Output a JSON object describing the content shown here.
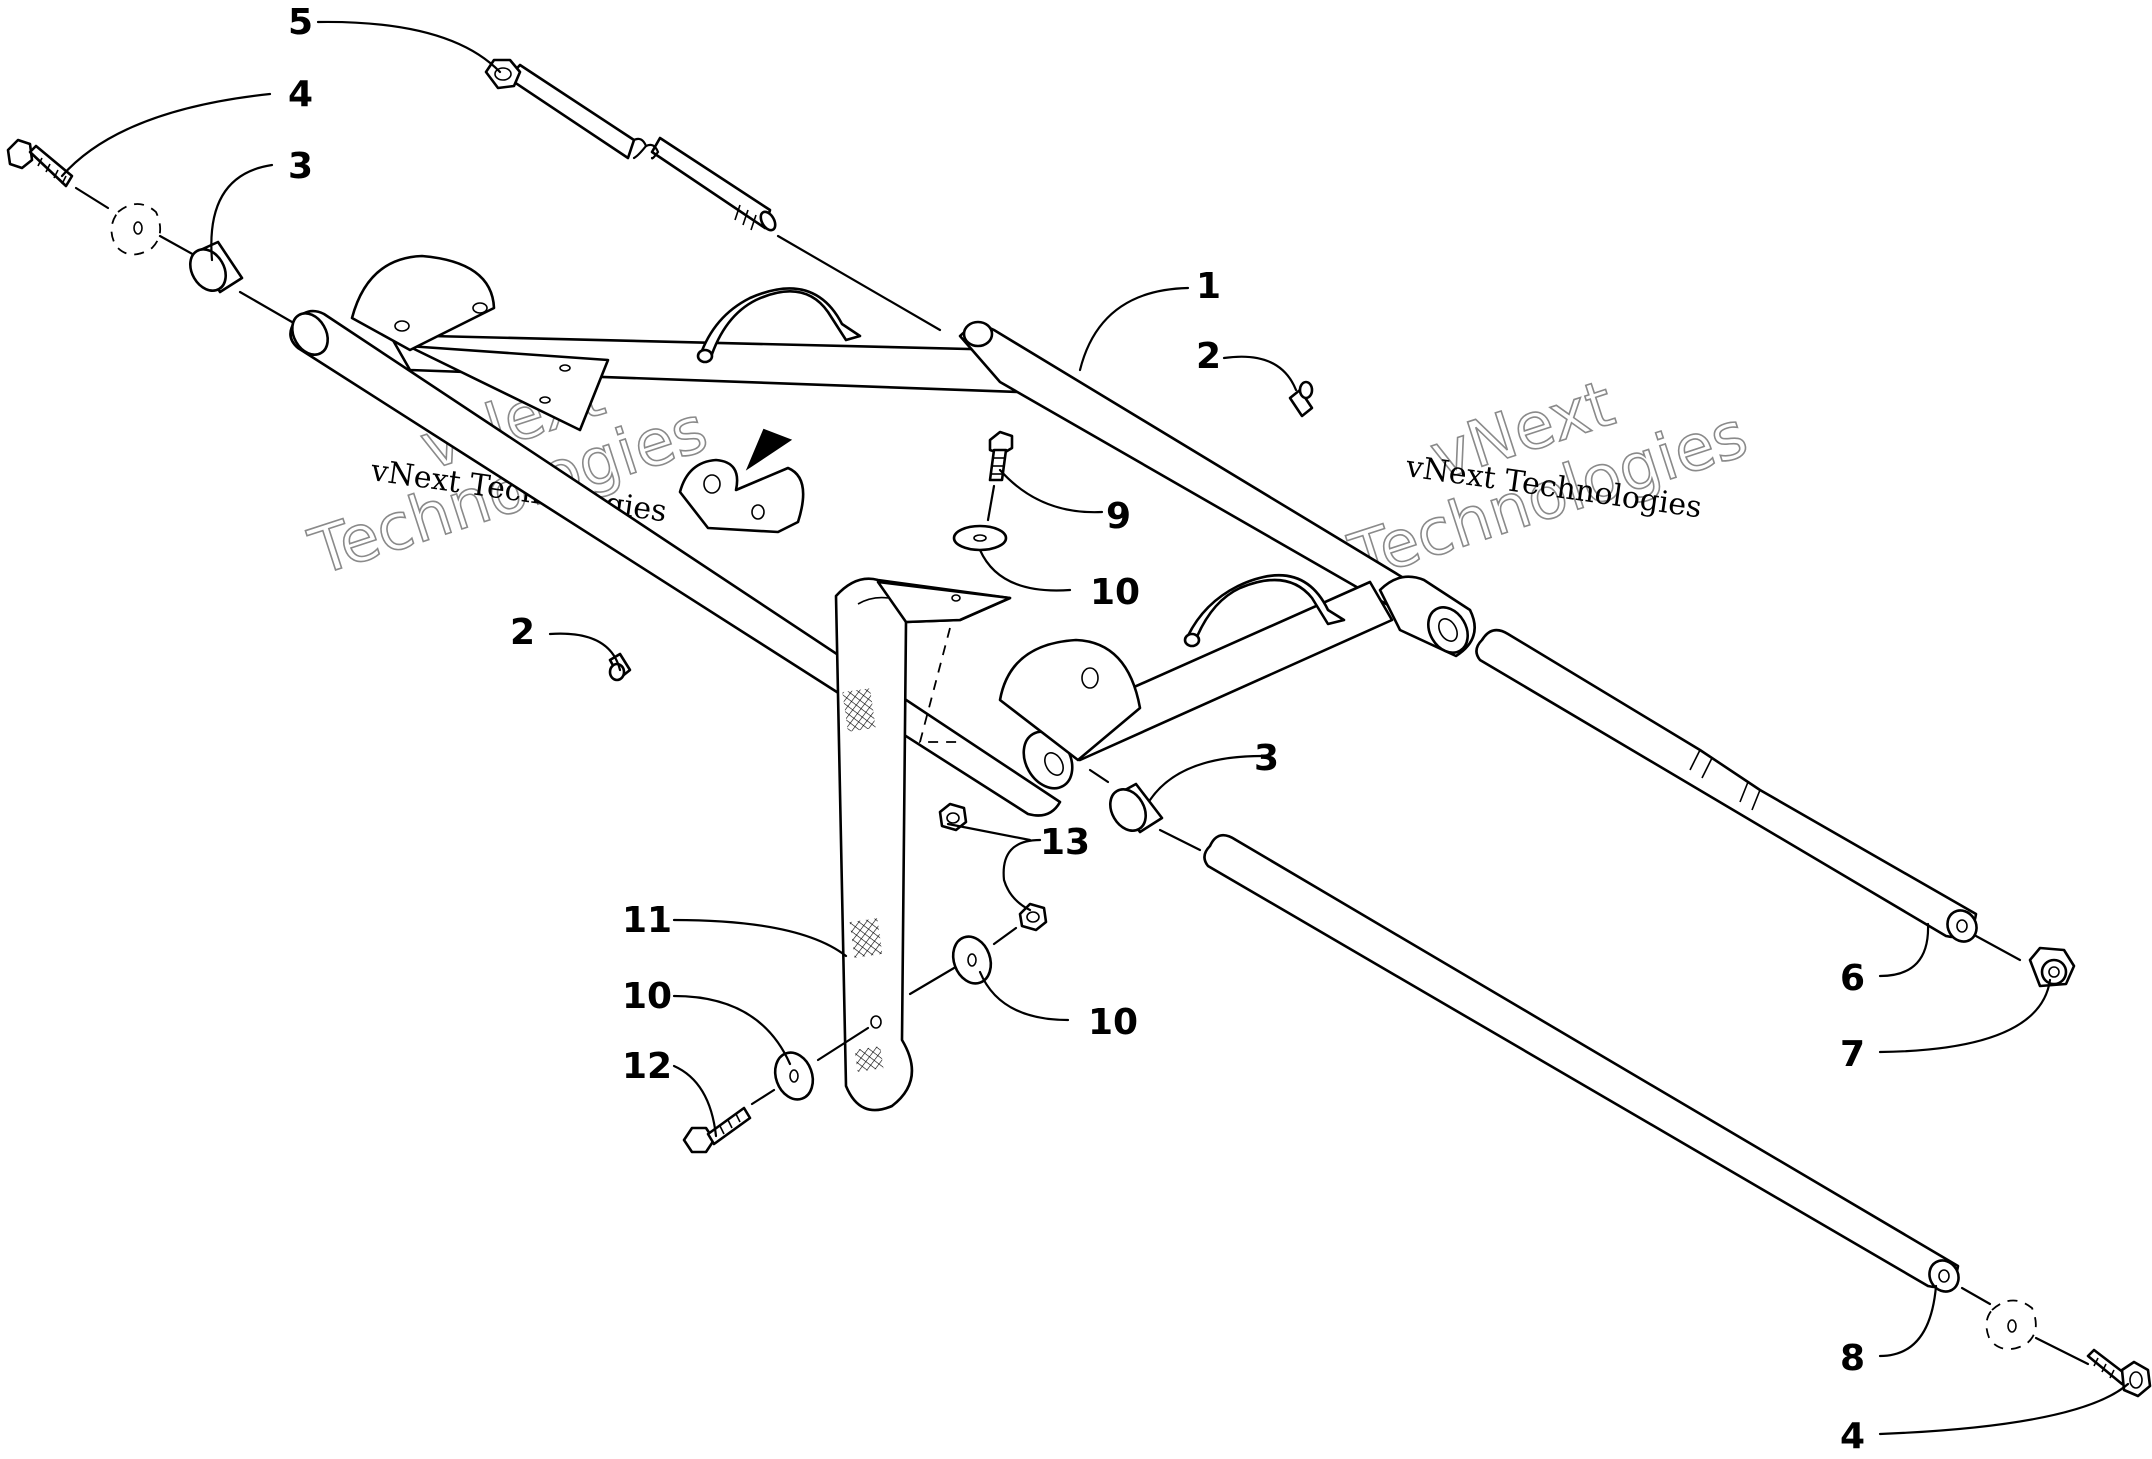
{
  "watermark": {
    "small_text": "vNext Technologies",
    "big_text_line1": "vNext",
    "big_text_line2": "Technologies"
  },
  "callouts": [
    {
      "id": "c-5-top",
      "label": "5"
    },
    {
      "id": "c-4-top",
      "label": "4"
    },
    {
      "id": "c-3-top",
      "label": "3"
    },
    {
      "id": "c-1",
      "label": "1"
    },
    {
      "id": "c-2-right",
      "label": "2"
    },
    {
      "id": "c-9",
      "label": "9"
    },
    {
      "id": "c-10-upper",
      "label": "10"
    },
    {
      "id": "c-2-left",
      "label": "2"
    },
    {
      "id": "c-3-mid",
      "label": "3"
    },
    {
      "id": "c-13",
      "label": "13"
    },
    {
      "id": "c-11",
      "label": "11"
    },
    {
      "id": "c-10-left",
      "label": "10"
    },
    {
      "id": "c-10-right",
      "label": "10"
    },
    {
      "id": "c-12",
      "label": "12"
    },
    {
      "id": "c-6",
      "label": "6"
    },
    {
      "id": "c-7",
      "label": "7"
    },
    {
      "id": "c-8",
      "label": "8"
    },
    {
      "id": "c-4-bottom",
      "label": "4"
    }
  ]
}
